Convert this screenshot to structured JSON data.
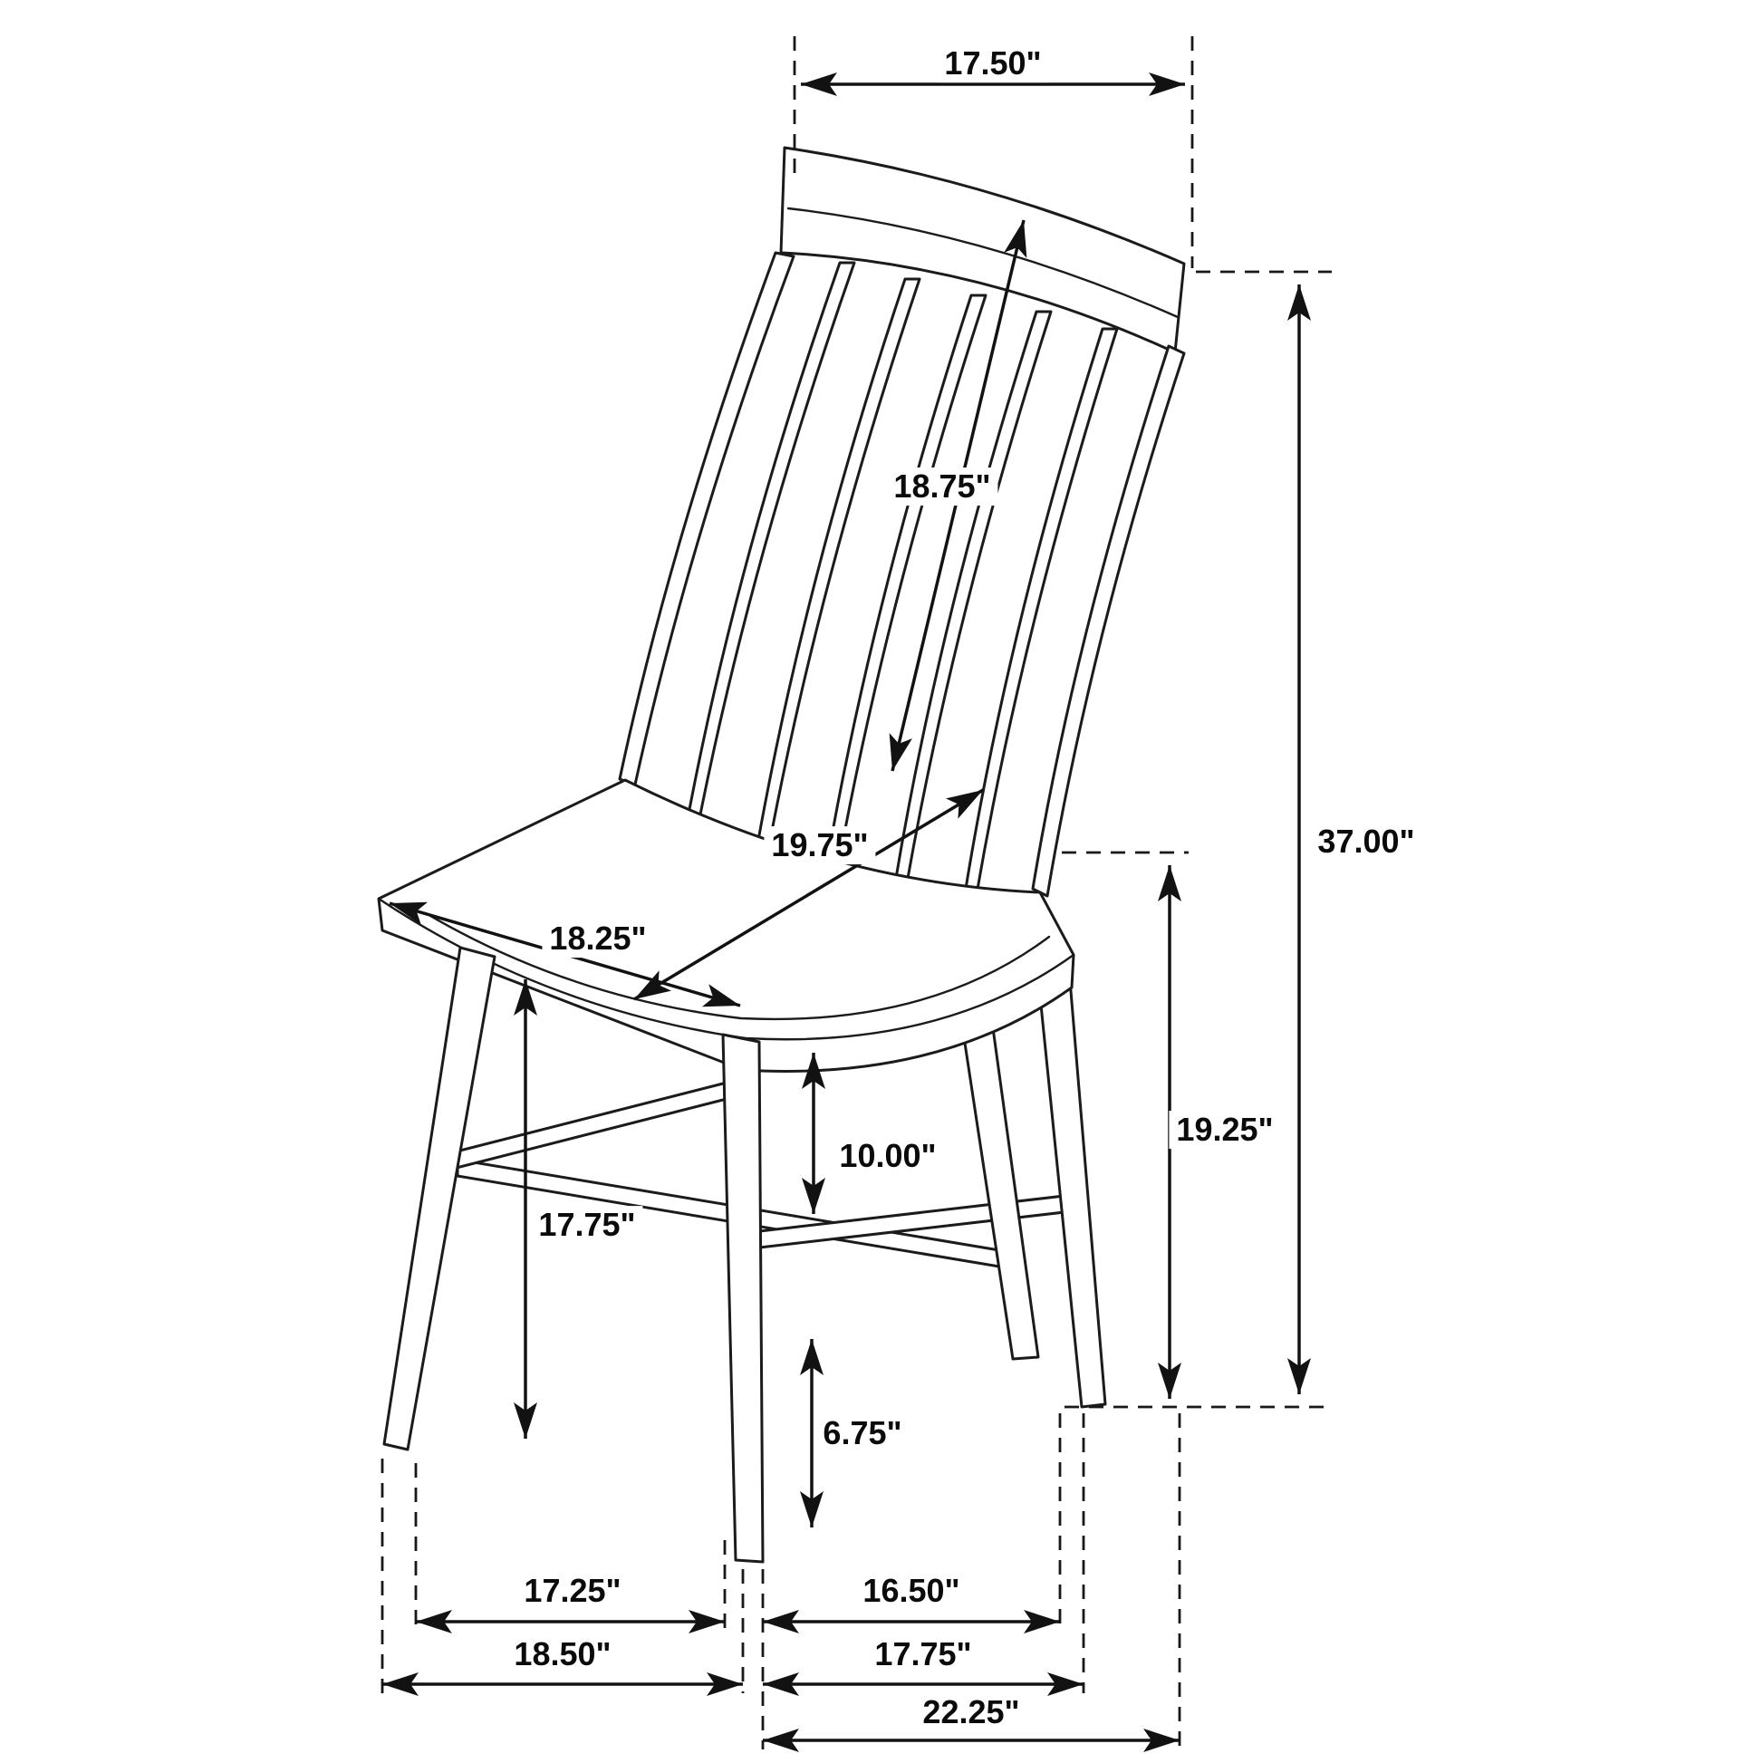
{
  "diagram": {
    "subject": "windsor-side-chair-dimension-drawing",
    "line_color": "#1b1b1b",
    "background": "#ffffff",
    "dimensions": {
      "top_width": "17.50\"",
      "back_length": "18.75\"",
      "overall_height": "37.00\"",
      "seat_depth": "19.75\"",
      "seat_width": "18.25\"",
      "seat_height": "19.25\"",
      "seat_to_stretcher": "10.00\"",
      "leg_height": "17.75\"",
      "stretcher_to_floor": "6.75\"",
      "front_leg_span": "17.25\"",
      "side_leg_span": "16.50\"",
      "front_width": "18.50\"",
      "side_depth": "17.75\"",
      "overall_depth": "22.25\""
    }
  }
}
